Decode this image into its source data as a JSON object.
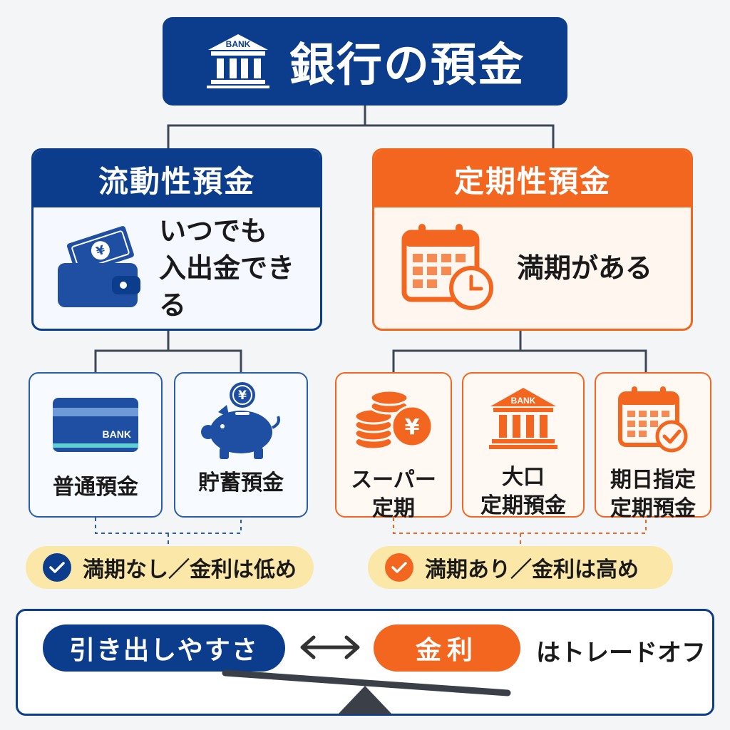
{
  "title": {
    "icon_text": "BANK",
    "text": "銀行の預金"
  },
  "liquid": {
    "heading": "流動性預金",
    "desc_line1": "いつでも",
    "desc_line2": "入出金できる",
    "products": [
      {
        "label": "普通預金",
        "card_text": "BANK"
      },
      {
        "label": "貯蓄預金"
      }
    ],
    "note": "満期なし／金利は低め"
  },
  "fixed": {
    "heading": "定期性預金",
    "desc": "満期がある",
    "products": [
      {
        "label": "スーパー\n定期"
      },
      {
        "label": "大口\n定期預金",
        "icon_text": "BANK"
      },
      {
        "label": "期日指定\n定期預金"
      }
    ],
    "note": "満期あり／金利は高め"
  },
  "bottom": {
    "left_pill": "引き出しやすさ",
    "right_pill": "金利",
    "suffix": "はトレードオフ"
  },
  "colors": {
    "navy": "#0b3d8c",
    "blue": "#1e4fa3",
    "orange": "#f2661f",
    "note_bg": "#fbe7a8"
  },
  "icons": [
    "bank-icon",
    "wallet-money-icon",
    "calendar-clock-icon",
    "bank-card-icon",
    "piggy-bank-icon",
    "coins-icon",
    "calendar-check-icon",
    "check-icon",
    "double-arrow-icon",
    "seesaw-icon"
  ]
}
